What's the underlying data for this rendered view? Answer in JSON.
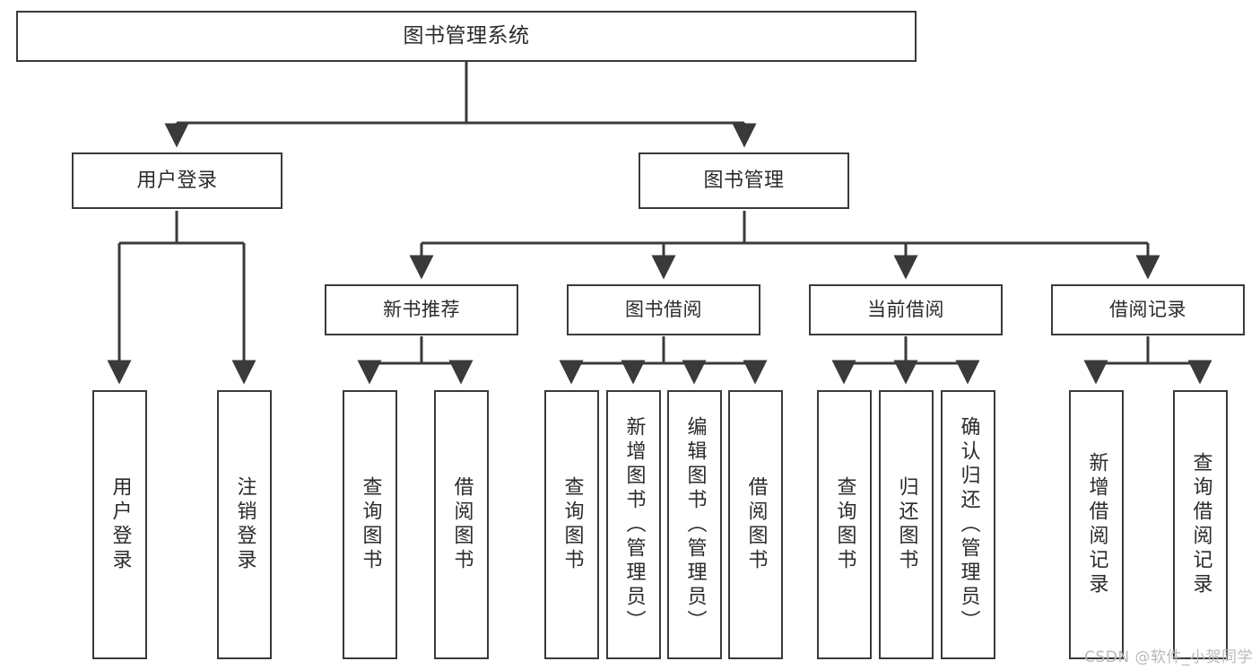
{
  "diagram": {
    "title": "图书管理系统",
    "type": "hierarchy-tree",
    "colors": {
      "box_border": "#3a3a3a",
      "box_fill": "#ffffff",
      "edge": "#3a3a3a",
      "text": "#2b2b2b",
      "watermark": "#b9b9b9"
    },
    "watermark": "CSDN @软件_小贺同学",
    "nodes": {
      "root": {
        "label": "图书管理系统"
      },
      "level2": [
        {
          "id": "user-login",
          "label": "用户登录"
        },
        {
          "id": "book-management",
          "label": "图书管理"
        }
      ],
      "level3": [
        {
          "id": "new-book-recommend",
          "label": "新书推荐"
        },
        {
          "id": "book-borrow",
          "label": "图书借阅"
        },
        {
          "id": "current-borrow",
          "label": "当前借阅"
        },
        {
          "id": "borrow-record",
          "label": "借阅记录"
        }
      ],
      "leaves": {
        "user-login": [
          {
            "id": "leaf-user-login",
            "label": "用户登录"
          },
          {
            "id": "leaf-logout-login",
            "label": "注销登录"
          }
        ],
        "new-book-recommend": [
          {
            "id": "leaf-query-book-1",
            "label": "查询图书"
          },
          {
            "id": "leaf-borrow-book-1",
            "label": "借阅图书"
          }
        ],
        "book-borrow": [
          {
            "id": "leaf-query-book-2",
            "label": "查询图书"
          },
          {
            "id": "leaf-add-book",
            "label": "新增图书（管理员）"
          },
          {
            "id": "leaf-edit-book",
            "label": "编辑图书（管理员）"
          },
          {
            "id": "leaf-borrow-book-2",
            "label": "借阅图书"
          }
        ],
        "current-borrow": [
          {
            "id": "leaf-query-book-3",
            "label": "查询图书"
          },
          {
            "id": "leaf-return-book",
            "label": "归还图书"
          },
          {
            "id": "leaf-confirm-return",
            "label": "确认归还（管理员）"
          }
        ],
        "borrow-record": [
          {
            "id": "leaf-add-record",
            "label": "新增借阅记录"
          },
          {
            "id": "leaf-query-record",
            "label": "查询借阅记录"
          }
        ]
      }
    }
  }
}
